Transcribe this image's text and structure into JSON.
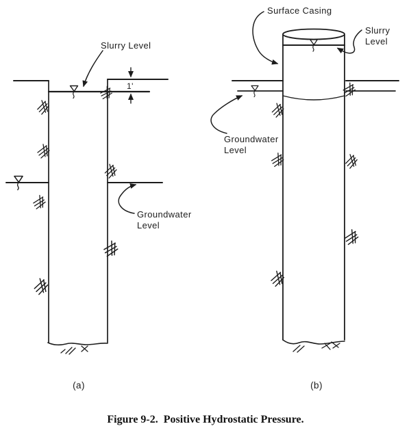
{
  "figure": {
    "caption": "Figure 9-2.  Positive Hydrostatic Pressure.",
    "ink_color": "#1c1c1c",
    "background_color": "#ffffff"
  },
  "panel_a": {
    "label": "(a)",
    "slurry_level_label": "Slurry Level",
    "groundwater_label_line1": "Groundwater",
    "groundwater_label_line2": "Level",
    "slurry_depth_dimension": "1'"
  },
  "panel_b": {
    "label": "(b)",
    "surface_casing_label": "Surface Casing",
    "slurry_level_label_line1": "Slurry",
    "slurry_level_label_line2": "Level",
    "groundwater_label_line1": "Groundwater",
    "groundwater_label_line2": "Level"
  }
}
